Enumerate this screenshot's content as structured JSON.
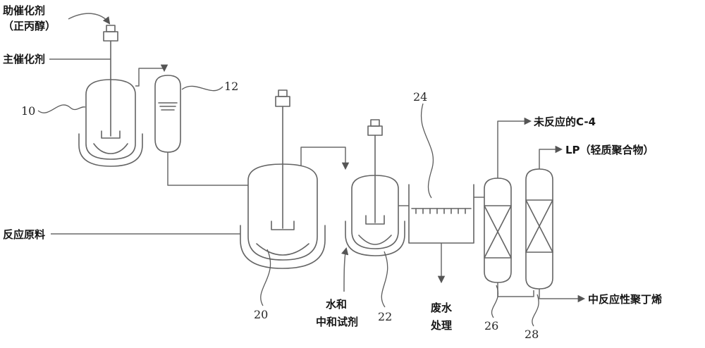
{
  "diagram": {
    "type": "process-flow-diagram",
    "labels": {
      "cocatalyst_l1": "助催化剂",
      "cocatalyst_l2": "（正丙醇）",
      "main_catalyst": "主催化剂",
      "feed": "反应原料",
      "water_l1": "水和",
      "water_l2": "中和试剂",
      "waste_l1": "废水",
      "waste_l2": "处理",
      "unreacted_c4": "未反应的C-4",
      "lp": "LP（轻质聚合物）",
      "polybutene": "中反应性聚丁烯"
    },
    "refs": {
      "n10": "10",
      "n12": "12",
      "n20": "20",
      "n22": "22",
      "n24": "24",
      "n26": "26",
      "n28": "28"
    },
    "colors": {
      "line": "#646464",
      "text": "#161616",
      "background": "#ffffff"
    }
  }
}
